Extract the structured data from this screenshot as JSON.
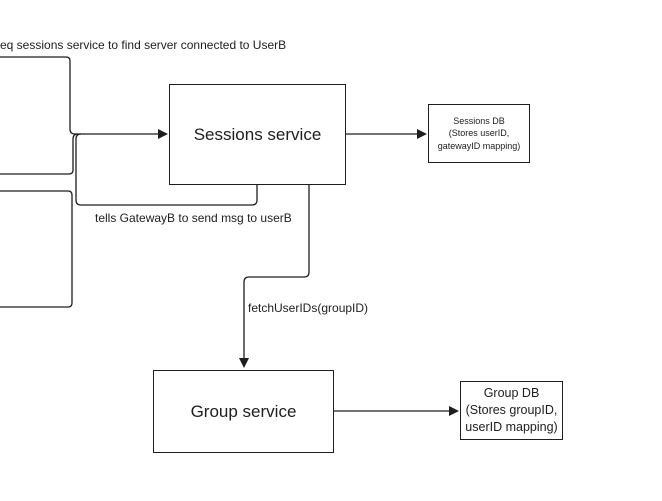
{
  "nodes": {
    "sessions_service": "Sessions service",
    "sessions_db": "Sessions DB\n(Stores userID,\ngatewayID mapping)",
    "group_service": "Group service",
    "group_db": "Group DB\n(Stores groupID,\nuserID mapping)"
  },
  "edges": {
    "req_sessions": "eq sessions service to find server connected to UserB",
    "tells_gateway": "tells GatewayB to send msg to userB",
    "fetch_user_ids": "fetchUserIDs(groupID)"
  },
  "colors": {
    "stroke": "#1e1e1e",
    "background": "#ffffff"
  }
}
